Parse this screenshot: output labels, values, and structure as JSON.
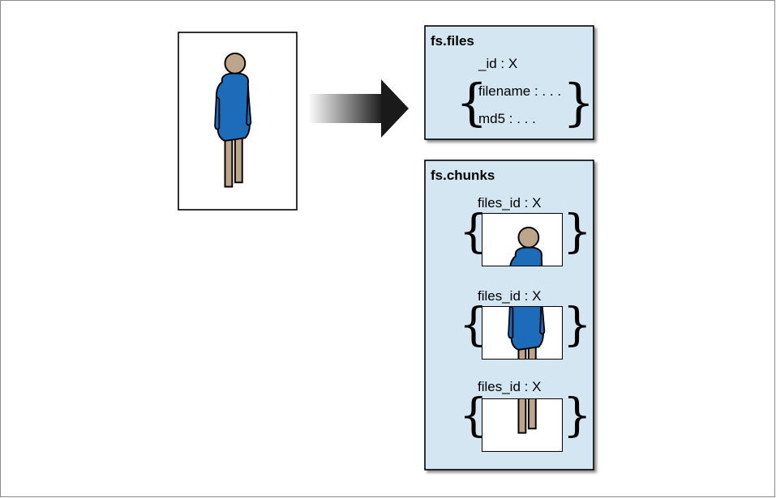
{
  "files_collection": {
    "title": "fs.files",
    "fields": [
      "_id : X",
      "filename : . . .",
      "md5 : . . ."
    ]
  },
  "chunks_collection": {
    "title": "fs.chunks",
    "chunks": [
      {
        "label": "files_id : X",
        "part": "top"
      },
      {
        "label": "files_id : X",
        "part": "middle"
      },
      {
        "label": "files_id : X",
        "part": "bottom"
      }
    ]
  },
  "colors": {
    "panel": "#d3e6f2",
    "dress": "#1c6cb9",
    "skin": "#bfa48c",
    "outline": "#000000"
  },
  "icons": [
    "person-figure-icon",
    "right-arrow-icon"
  ]
}
